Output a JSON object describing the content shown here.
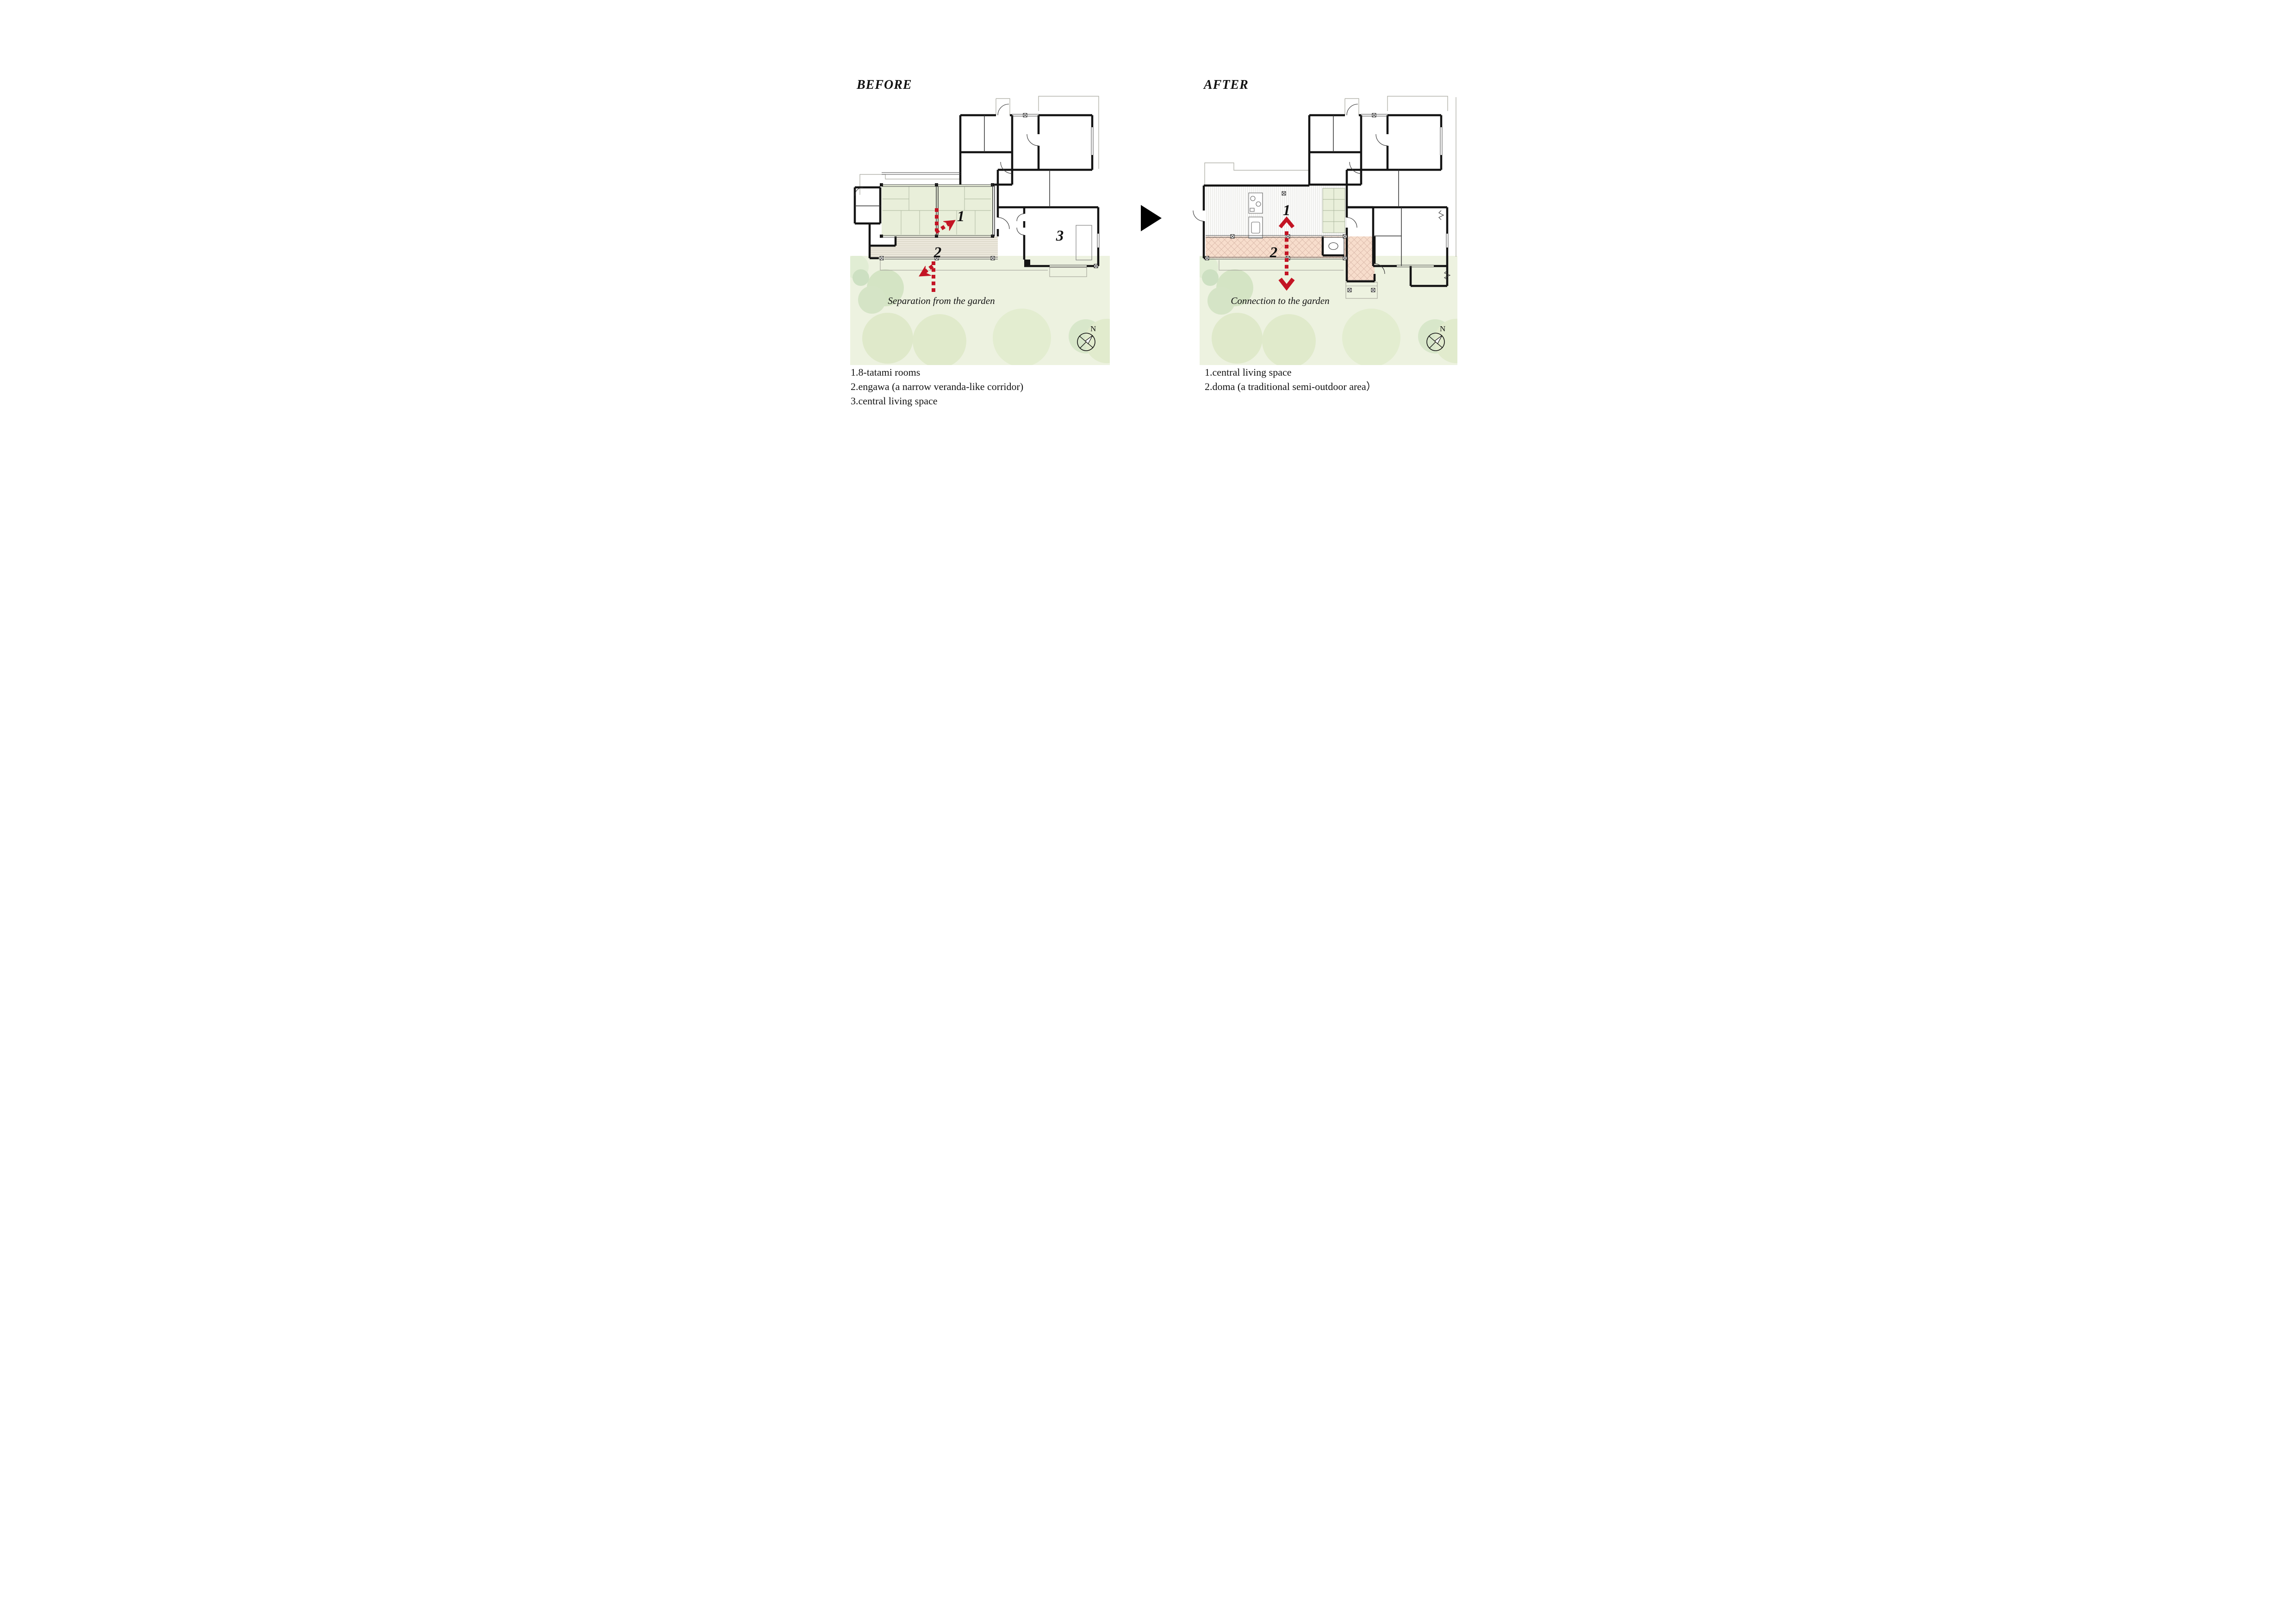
{
  "header": {
    "before_title": "BEFORE",
    "after_title": "AFTER"
  },
  "before": {
    "caption": "Separation from the garden",
    "labels": {
      "tatami": "1",
      "engawa": "2",
      "living": "3"
    },
    "compass_label": "N",
    "legend": [
      "1.8-tatami rooms",
      "2.engawa (a narrow veranda-like corridor)",
      "3.central living space"
    ]
  },
  "after": {
    "caption": "Connection to the garden",
    "labels": {
      "living": "1",
      "doma": "2"
    },
    "compass_label": "N",
    "legend": [
      "1.central living space",
      "2.doma (a traditional semi-outdoor area）"
    ]
  },
  "colors": {
    "accent_red": "#c31424",
    "wall_black": "#141414",
    "tatami_green": "#e9efda",
    "engawa_beige": "#eeeade",
    "doma_pink": "#f7ddcc",
    "garden_green": "#edf2e0",
    "wood_white": "#fcfcfb"
  }
}
